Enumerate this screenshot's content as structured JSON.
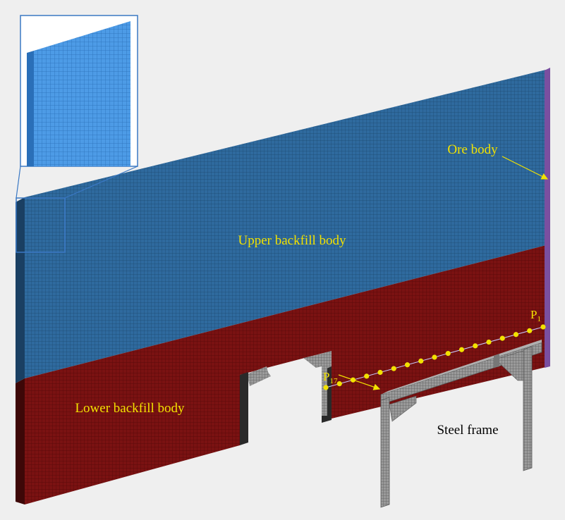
{
  "labels": {
    "upper": "Upper backfill body",
    "lower": "Lower backfill body",
    "ore": "Ore body",
    "steel": "Steel frame",
    "p1_letter": "P",
    "p1_sub": "1",
    "p17_letter": "P",
    "p17_sub": "17"
  },
  "colors": {
    "background": "#efefef",
    "upper_body": "#2f6a9e",
    "lower_body": "#7a1212",
    "ore_body": "#7a4fa0",
    "steel_frame": "#8a8a8a",
    "zoom_mesh": "#4d9be6",
    "zoom_border": "#3a78c4",
    "annotation": "#f2e200",
    "text_dark": "#000000"
  },
  "monitor_points": {
    "count": 17
  }
}
